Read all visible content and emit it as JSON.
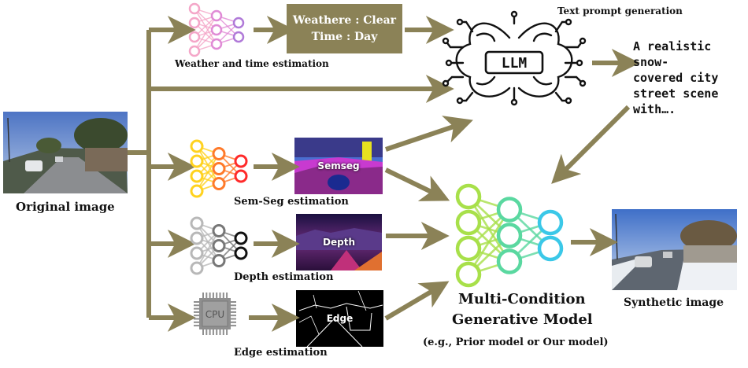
{
  "labels": {
    "original_image": "Original image",
    "weather_time": "Weather and time estimation",
    "text_prompt": "Text prompt generation",
    "semseg_est": "Sem-Seg estimation",
    "depth_est": "Depth estimation",
    "edge_est": "Edge estimation",
    "synthetic_image": "Synthetic image",
    "model_line1": "Multi-Condition",
    "model_line2": "Generative Model",
    "model_sub": "(e.g., Prior model or Our model)"
  },
  "weather_box": {
    "line1": "Weathere : Clear",
    "line2": "Time : Day"
  },
  "llm": {
    "text": "LLM"
  },
  "prompt_text": {
    "line1": "A realistic snow-",
    "line2": "covered city",
    "line3": "street scene",
    "line4": "with…."
  },
  "map_captions": {
    "semseg": "Semseg",
    "depth": "Depth",
    "edge": "Edge"
  },
  "cpu": {
    "text": "CPU"
  },
  "colors": {
    "arrow": "#8b8257",
    "box": "#8b8257",
    "weather_net": [
      "#f4a6c8",
      "#e08bd6",
      "#b07ad8"
    ],
    "semseg_net": [
      "#ffd21f",
      "#ff7a2a",
      "#ff2a2a"
    ],
    "depth_net": [
      "#b8b8b8",
      "#777777",
      "#111111"
    ],
    "model_net": [
      "#a8e04a",
      "#5ad8a0",
      "#3bc8e8"
    ]
  }
}
